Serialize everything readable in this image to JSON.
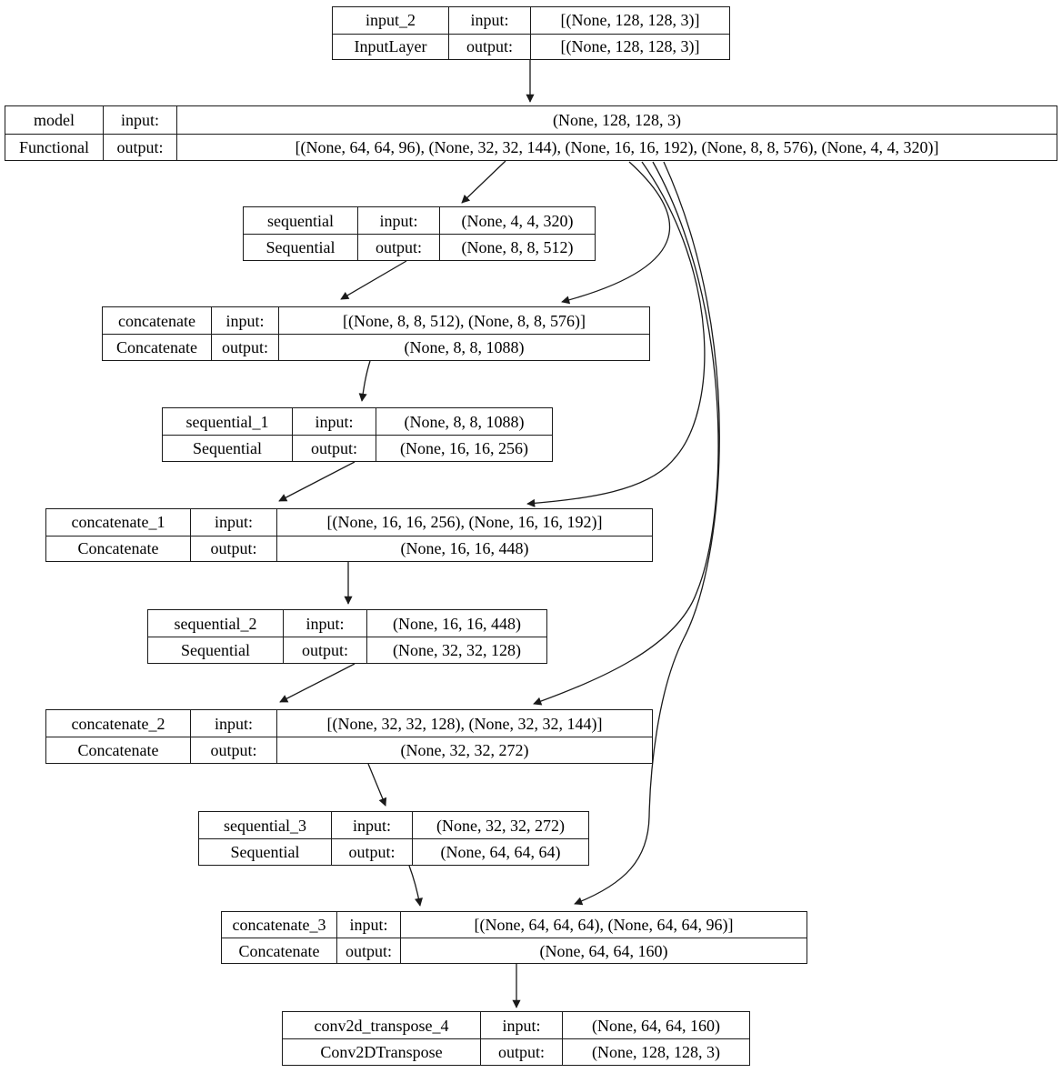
{
  "labels": {
    "input": "input:",
    "output": "output:"
  },
  "nodes": [
    {
      "id": "input_2",
      "name": "input_2",
      "class": "InputLayer",
      "input_shape": "[(None, 128, 128, 3)]",
      "output_shape": "[(None, 128, 128, 3)]"
    },
    {
      "id": "model",
      "name": "model",
      "class": "Functional",
      "input_shape": "(None, 128, 128, 3)",
      "output_shape": "[(None, 64, 64, 96), (None, 32, 32, 144), (None, 16, 16, 192), (None, 8, 8, 576), (None, 4, 4, 320)]"
    },
    {
      "id": "sequential",
      "name": "sequential",
      "class": "Sequential",
      "input_shape": "(None, 4, 4, 320)",
      "output_shape": "(None, 8, 8, 512)"
    },
    {
      "id": "concatenate",
      "name": "concatenate",
      "class": "Concatenate",
      "input_shape": "[(None, 8, 8, 512), (None, 8, 8, 576)]",
      "output_shape": "(None, 8, 8, 1088)"
    },
    {
      "id": "sequential_1",
      "name": "sequential_1",
      "class": "Sequential",
      "input_shape": "(None, 8, 8, 1088)",
      "output_shape": "(None, 16, 16, 256)"
    },
    {
      "id": "concatenate_1",
      "name": "concatenate_1",
      "class": "Concatenate",
      "input_shape": "[(None, 16, 16, 256), (None, 16, 16, 192)]",
      "output_shape": "(None, 16, 16, 448)"
    },
    {
      "id": "sequential_2",
      "name": "sequential_2",
      "class": "Sequential",
      "input_shape": "(None, 16, 16, 448)",
      "output_shape": "(None, 32, 32, 128)"
    },
    {
      "id": "concatenate_2",
      "name": "concatenate_2",
      "class": "Concatenate",
      "input_shape": "[(None, 32, 32, 128), (None, 32, 32, 144)]",
      "output_shape": "(None, 32, 32, 272)"
    },
    {
      "id": "sequential_3",
      "name": "sequential_3",
      "class": "Sequential",
      "input_shape": "(None, 32, 32, 272)",
      "output_shape": "(None, 64, 64, 64)"
    },
    {
      "id": "concatenate_3",
      "name": "concatenate_3",
      "class": "Concatenate",
      "input_shape": "[(None, 64, 64, 64), (None, 64, 64, 96)]",
      "output_shape": "(None, 64, 64, 160)"
    },
    {
      "id": "conv2d_transpose_4",
      "name": "conv2d_transpose_4",
      "class": "Conv2DTranspose",
      "input_shape": "(None, 64, 64, 160)",
      "output_shape": "(None, 128, 128, 3)"
    }
  ],
  "edges": [
    {
      "from": "input_2",
      "to": "model"
    },
    {
      "from": "model",
      "to": "sequential"
    },
    {
      "from": "model",
      "to": "concatenate"
    },
    {
      "from": "model",
      "to": "concatenate_1"
    },
    {
      "from": "model",
      "to": "concatenate_2"
    },
    {
      "from": "model",
      "to": "concatenate_3"
    },
    {
      "from": "sequential",
      "to": "concatenate"
    },
    {
      "from": "concatenate",
      "to": "sequential_1"
    },
    {
      "from": "sequential_1",
      "to": "concatenate_1"
    },
    {
      "from": "concatenate_1",
      "to": "sequential_2"
    },
    {
      "from": "sequential_2",
      "to": "concatenate_2"
    },
    {
      "from": "concatenate_2",
      "to": "sequential_3"
    },
    {
      "from": "sequential_3",
      "to": "concatenate_3"
    },
    {
      "from": "concatenate_3",
      "to": "conv2d_transpose_4"
    }
  ],
  "colors": {
    "line": "#1a1a1a",
    "background": "#ffffff",
    "text": "#000000"
  }
}
